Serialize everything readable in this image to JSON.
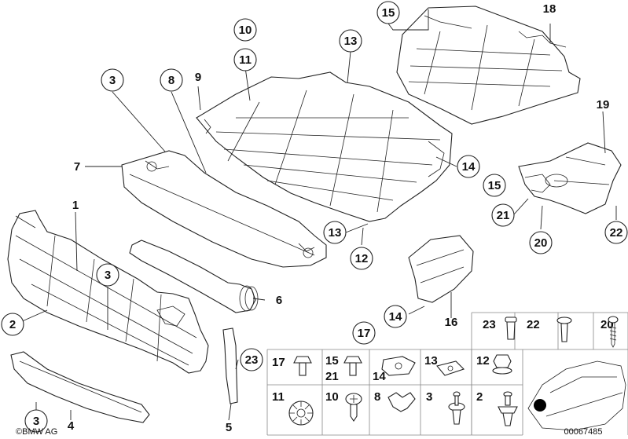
{
  "diagram": {
    "circled_callouts": [
      "15",
      "18",
      "10",
      "11",
      "13",
      "3",
      "8",
      "9",
      "19",
      "7",
      "14",
      "15",
      "1",
      "21",
      "20",
      "22",
      "13",
      "12",
      "3",
      "6",
      "2",
      "14",
      "17",
      "16",
      "23",
      "3",
      "4",
      "5"
    ],
    "hardware_legend": [
      {
        "num": "23",
        "icon": "push-rivet-icon"
      },
      {
        "num": "22",
        "icon": "expansion-rivet-icon"
      },
      {
        "num": "20",
        "icon": "sheet-metal-screw-icon"
      },
      {
        "num": "17",
        "icon": "hex-flange-bolt-icon"
      },
      {
        "num": "15",
        "icon": "hex-flange-bolt-icon"
      },
      {
        "num": "21",
        "icon": "hex-flange-bolt-icon"
      },
      {
        "num": "14",
        "icon": "spring-nut-icon"
      },
      {
        "num": "13",
        "icon": "clip-nut-icon"
      },
      {
        "num": "12",
        "icon": "hex-collar-nut-icon"
      },
      {
        "num": "11",
        "icon": "star-washer-icon"
      },
      {
        "num": "10",
        "icon": "phillips-screw-icon"
      },
      {
        "num": "8",
        "icon": "clip-icon"
      },
      {
        "num": "3",
        "icon": "push-rivet-icon"
      },
      {
        "num": "2",
        "icon": "expansion-rivet-icon"
      }
    ],
    "labels": {
      "l15a": "15",
      "l18": "18",
      "l10": "10",
      "l11": "11",
      "l13a": "13",
      "l3a": "3",
      "l8": "8",
      "l9": "9",
      "l19": "19",
      "l7": "7",
      "l14a": "14",
      "l15b": "15",
      "l1": "1",
      "l21": "21",
      "l20": "20",
      "l22": "22",
      "l13b": "13",
      "l12": "12",
      "l3b": "3",
      "l6": "6",
      "l2": "2",
      "l14b": "14",
      "l17": "17",
      "l16": "16",
      "l23": "23",
      "l3c": "3",
      "l4": "4",
      "l5": "5",
      "g23": "23",
      "g22": "22",
      "g20": "20",
      "g17": "17",
      "g15": "15",
      "g21": "21",
      "g14": "14",
      "g13": "13",
      "g12": "12",
      "g11": "11",
      "g10": "10",
      "g8": "8",
      "g3": "3",
      "g2": "2"
    },
    "copyright": "©BMW AG",
    "diagram_number": "00067485"
  }
}
